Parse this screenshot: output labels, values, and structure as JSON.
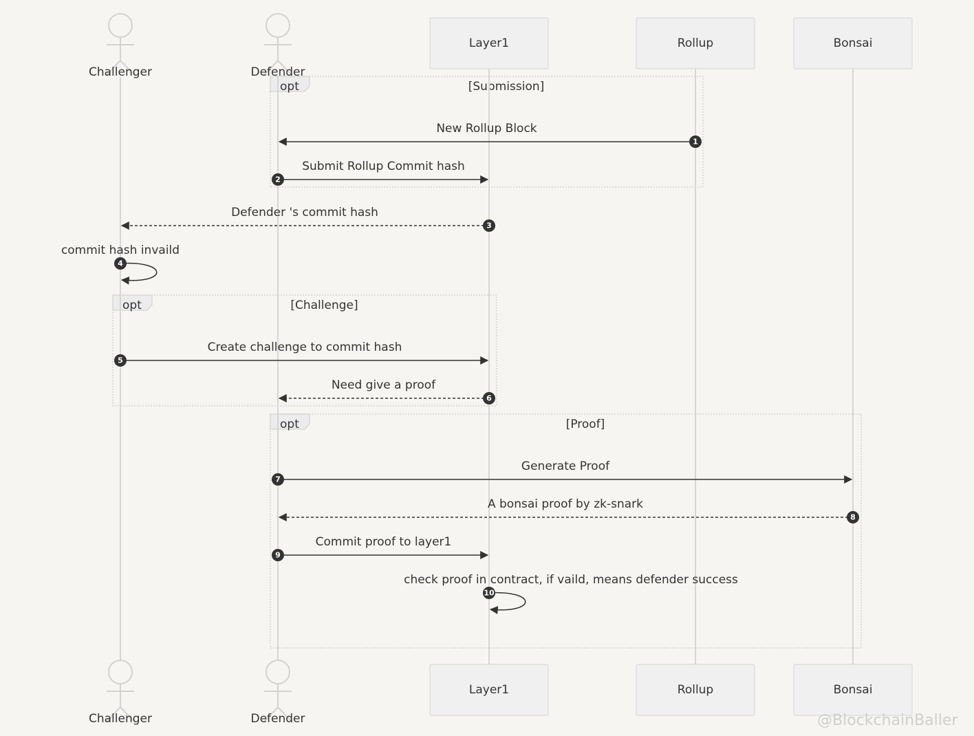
{
  "participants": [
    {
      "id": "challenger",
      "label": "Challenger",
      "kind": "actor"
    },
    {
      "id": "defender",
      "label": "Defender",
      "kind": "actor"
    },
    {
      "id": "layer1",
      "label": "Layer1",
      "kind": "box"
    },
    {
      "id": "rollup",
      "label": "Rollup",
      "kind": "box"
    },
    {
      "id": "bonsai",
      "label": "Bonsai",
      "kind": "box"
    }
  ],
  "frames": [
    {
      "keyword": "opt",
      "condition": "[Submission]",
      "from": "defender",
      "to": "rollup",
      "first_message": 0,
      "last_message": 1
    },
    {
      "keyword": "opt",
      "condition": "[Challenge]",
      "from": "challenger",
      "to": "layer1",
      "first_message": 4,
      "last_message": 5
    },
    {
      "keyword": "opt",
      "condition": "[Proof]",
      "from": "defender",
      "to": "bonsai",
      "first_message": 6,
      "last_message": 9
    }
  ],
  "messages": [
    {
      "seq": "1",
      "from": "rollup",
      "to": "defender",
      "text": "New Rollup Block",
      "style": "solid"
    },
    {
      "seq": "2",
      "from": "defender",
      "to": "layer1",
      "text": "Submit Rollup Commit hash",
      "style": "solid"
    },
    {
      "seq": "3",
      "from": "layer1",
      "to": "challenger",
      "text": "Defender 's commit hash",
      "style": "dashed"
    },
    {
      "seq": "4",
      "from": "challenger",
      "to": "challenger",
      "text": "commit hash invaild",
      "style": "solid"
    },
    {
      "seq": "5",
      "from": "challenger",
      "to": "layer1",
      "text": "Create challenge to commit hash",
      "style": "solid"
    },
    {
      "seq": "6",
      "from": "layer1",
      "to": "defender",
      "text": "Need give a proof",
      "style": "dashed"
    },
    {
      "seq": "7",
      "from": "defender",
      "to": "bonsai",
      "text": "Generate Proof",
      "style": "solid"
    },
    {
      "seq": "8",
      "from": "bonsai",
      "to": "defender",
      "text": "A bonsai proof by zk-snark",
      "style": "dashed"
    },
    {
      "seq": "9",
      "from": "defender",
      "to": "layer1",
      "text": "Commit proof to layer1",
      "style": "solid"
    },
    {
      "seq": "10",
      "from": "layer1",
      "to": "layer1",
      "text": "check proof in contract, if vaild, means defender success",
      "style": "solid"
    }
  ],
  "watermark": "@BlockchainBaller"
}
